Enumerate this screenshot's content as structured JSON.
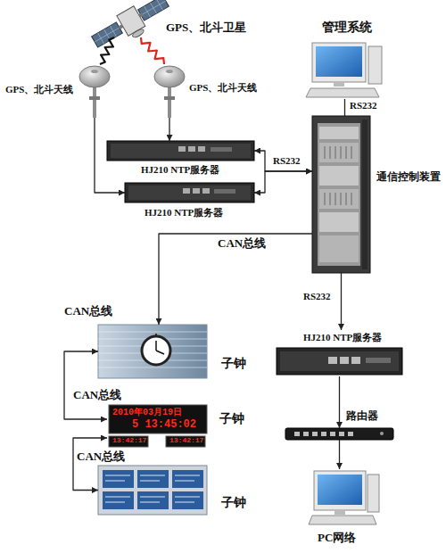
{
  "diagram": {
    "nodes": [
      {
        "text": [
          "GPS、北斗卫星"
        ]
      },
      {
        "text": [
          "GPS、北斗天线"
        ]
      },
      {
        "text": [
          "GPS、北斗天线"
        ]
      },
      {
        "text": [
          "管理系统"
        ]
      },
      {
        "text": [
          "HJ210 NTP服务器"
        ]
      },
      {
        "text": [
          "HJ210 NTP服务器"
        ]
      },
      {
        "text": [
          "通信控制装置"
        ]
      },
      {
        "text": [
          "子钟"
        ]
      },
      {
        "text": [
          "子钟"
        ]
      },
      {
        "text": [
          "子钟"
        ]
      },
      {
        "text": [
          "HJ210 NTP服务器"
        ]
      },
      {
        "text": [
          "路由器"
        ]
      },
      {
        "text": [
          "PC网络"
        ]
      }
    ],
    "edges": [
      {
        "from": 0,
        "to": 1,
        "arrow": "none"
      },
      {
        "from": 0,
        "to": 2,
        "arrow": "none"
      },
      {
        "from": 2,
        "to": 4,
        "arrow": "to"
      },
      {
        "from": 1,
        "to": 5,
        "arrow": "to"
      },
      {
        "from": 4,
        "to": 6,
        "arrow": "both",
        "label": "RS232"
      },
      {
        "from": 5,
        "to": 6,
        "arrow": "both"
      },
      {
        "from": 3,
        "to": 6,
        "arrow": "none",
        "label": "RS232"
      },
      {
        "from": 6,
        "to": 7,
        "arrow": "to",
        "label": "CAN总线"
      },
      {
        "from": 6,
        "to": 10,
        "arrow": "to",
        "label": "RS232"
      },
      {
        "from": 10,
        "to": 11,
        "arrow": "to"
      },
      {
        "from": 11,
        "to": 12,
        "arrow": "to"
      },
      {
        "from": 7,
        "to": 8,
        "arrow": "both",
        "label": "CAN总线"
      },
      {
        "from": 8,
        "to": 9,
        "arrow": "both",
        "label": "CAN总线"
      }
    ],
    "labels": [
      "CAN总线",
      "2010年03月19日",
      "5 13:45:02",
      "13:42:17",
      "13:42:17"
    ]
  }
}
